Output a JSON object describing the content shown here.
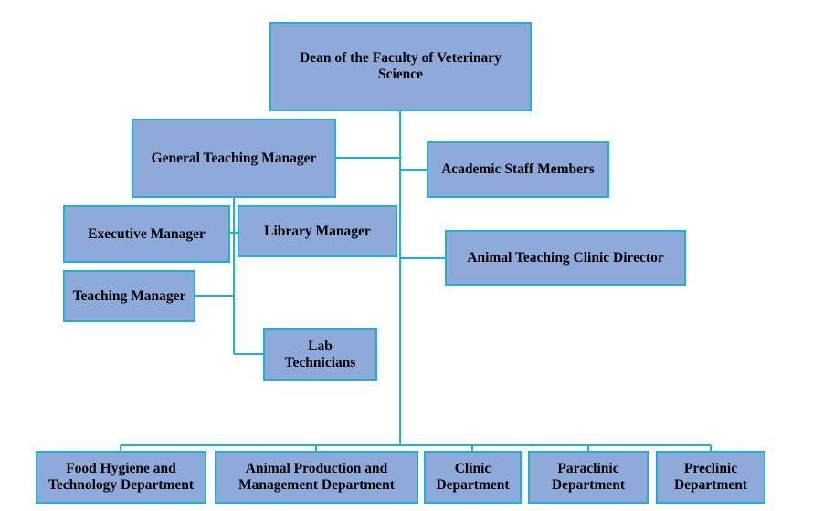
{
  "colors": {
    "box_fill": "#8eaadb",
    "box_border": "#1fb2d6",
    "connector": "#1fb2d6",
    "text": "#000000",
    "background": "#ffffff"
  },
  "org_chart": {
    "dean": "Dean of the Faculty of Veterinary\nScience",
    "general_teaching_manager": "General Teaching Manager",
    "academic_staff_members": "Academic Staff Members",
    "executive_manager": "Executive Manager",
    "library_manager": "Library Manager",
    "animal_teaching_clinic_director": "Animal Teaching Clinic Director",
    "teaching_manager": "Teaching Manager",
    "lab_technicians": "Lab\nTechnicians",
    "departments": [
      "Food Hygiene and\nTechnology Department",
      "Animal Production and\nManagement  Department",
      "Clinic\nDepartment",
      "Paraclinic\nDepartment",
      "Preclinic\nDepartment"
    ]
  }
}
